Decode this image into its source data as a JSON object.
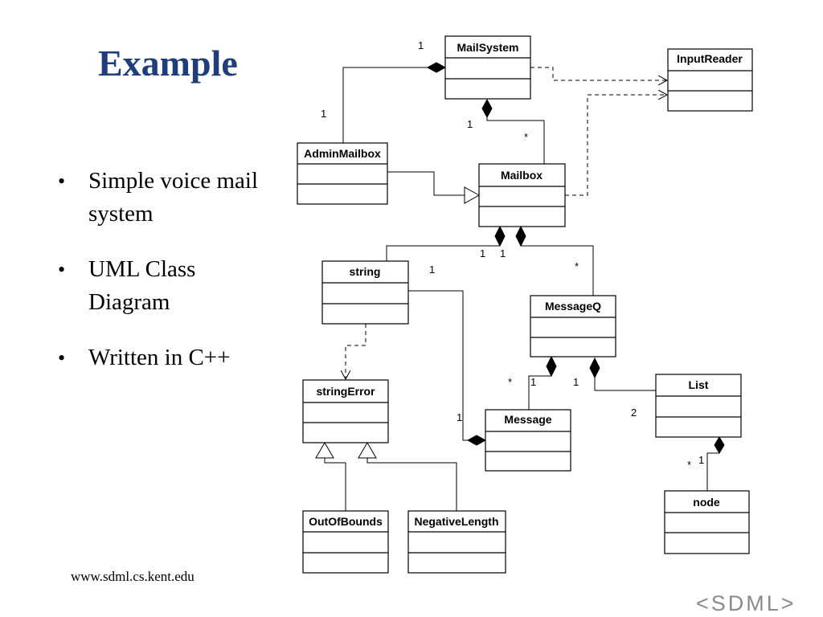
{
  "slide": {
    "title": "Example",
    "bullets": [
      "Simple voice mail system",
      "UML Class Diagram",
      "Written in C++"
    ],
    "footer_url": "www.sdml.cs.kent.edu",
    "logo_text": "<SDML>",
    "colors": {
      "title": "#1f3e7a",
      "line": "#000000",
      "logo": "#8a8a8a"
    }
  },
  "diagram": {
    "classes": {
      "mailsystem": "MailSystem",
      "inputreader": "InputReader",
      "adminmailbox": "AdminMailbox",
      "mailbox": "Mailbox",
      "string": "string",
      "messageq": "MessageQ",
      "stringerror": "stringError",
      "message": "Message",
      "list": "List",
      "node": "node",
      "outofbounds": "OutOfBounds",
      "negativelength": "NegativeLength"
    },
    "multiplicities": {
      "mailsystem_admin_top": "1",
      "mailsystem_admin_bottom": "1",
      "mailsystem_mailbox_top": "1",
      "mailsystem_mailbox_bottom": "*",
      "mailbox_string_a": "1",
      "mailbox_string_b": "1",
      "mailbox_string_c": "1",
      "mailbox_messageq": "*",
      "messageq_message_star": "*",
      "messageq_message_one": "1",
      "messageq_list": "1",
      "string_message": "1",
      "list_mult": "2",
      "list_node_one": "1",
      "list_node_star": "*"
    }
  }
}
